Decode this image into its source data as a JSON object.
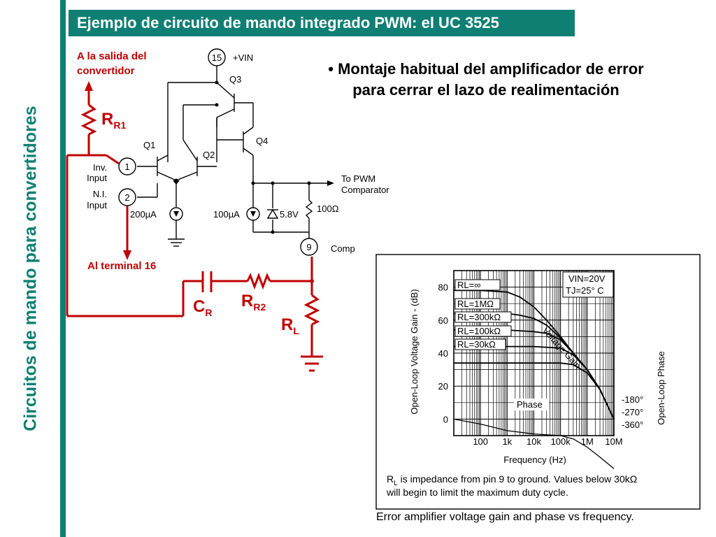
{
  "slide": {
    "title": "Ejemplo de circuito de mando integrado PWM: el UC 3525",
    "side_title": "Circuitos de mando para convertidores",
    "bullet_line1": "• Montaje habitual del amplificador de error",
    "bullet_line2": "para cerrar el lazo de realimentación",
    "colors": {
      "accent": "#0f7f73",
      "circuit_red": "#c00000"
    }
  },
  "circuit": {
    "label_output_1": "A la salida del",
    "label_output_2": "convertidor",
    "rr1_main": "R",
    "rr1_sub": "R1",
    "rr2_main": "R",
    "rr2_sub": "R2",
    "cr_main": "C",
    "cr_sub": "R",
    "rl_main": "R",
    "rl_sub": "L",
    "terminal16": "Al terminal 16",
    "pin15": "15",
    "vin": "+VIN",
    "q1": "Q1",
    "q2": "Q2",
    "q3": "Q3",
    "q4": "Q4",
    "pin1": "1",
    "pin2": "2",
    "pin9": "9",
    "inv1": "Inv.",
    "inv2": "Input",
    "ni1": "N.I.",
    "ni2": "Input",
    "i200": "200µA",
    "i100": "100µA",
    "zener": "5.8V",
    "r100": "100Ω",
    "pwm1": "To PWM",
    "pwm2": "Comparator",
    "comp": "Comp"
  },
  "chart_data": {
    "type": "line",
    "ylabel_left": "Open-Loop Voltage Gain - (dB)",
    "ylabel_right": "Open-Loop Phase",
    "xlabel": "Frequency (Hz)",
    "x_scale": "log",
    "x_ticks": [
      "100",
      "1k",
      "10k",
      "100k",
      "1M",
      "10M"
    ],
    "y_ticks": [
      "80",
      "60",
      "40",
      "20",
      "0"
    ],
    "phase_ticks": [
      "-180°",
      "-270°",
      "-360°"
    ],
    "conditions": [
      "VIN=20V",
      "TJ=25° C"
    ],
    "series_labels": [
      "RL=∞",
      "RL=1MΩ",
      "RL=300kΩ",
      "RL=100kΩ",
      "RL=30kΩ"
    ],
    "curve_labels": [
      "Voltage Gain",
      "Phase"
    ],
    "ylim": [
      -10,
      90
    ],
    "grid": true,
    "series": [
      {
        "name": "RL=∞",
        "x": [
          10,
          100,
          1000,
          3000,
          10000,
          30000,
          100000,
          300000,
          1000000,
          3000000,
          10000000
        ],
        "y": [
          78,
          78,
          77,
          74,
          68,
          60,
          50,
          40,
          30,
          18,
          0
        ]
      },
      {
        "name": "RL=1MΩ",
        "x": [
          10,
          100,
          1000,
          3000,
          10000,
          30000,
          100000,
          300000,
          1000000,
          3000000,
          10000000
        ],
        "y": [
          64,
          64,
          64,
          63,
          61,
          57,
          49,
          40,
          30,
          18,
          0
        ]
      },
      {
        "name": "RL=300kΩ",
        "x": [
          10,
          100,
          1000,
          10000,
          30000,
          100000,
          300000,
          1000000,
          3000000,
          10000000
        ],
        "y": [
          54,
          54,
          54,
          53,
          52,
          48,
          40,
          30,
          18,
          0
        ]
      },
      {
        "name": "RL=100kΩ",
        "x": [
          10,
          100,
          1000,
          10000,
          100000,
          300000,
          1000000,
          3000000,
          10000000
        ],
        "y": [
          44,
          44,
          44,
          44,
          43,
          39,
          30,
          18,
          0
        ]
      },
      {
        "name": "RL=30kΩ",
        "x": [
          10,
          100,
          1000,
          10000,
          100000,
          300000,
          1000000,
          3000000,
          10000000
        ],
        "y": [
          34,
          34,
          34,
          34,
          34,
          33,
          28,
          18,
          0
        ]
      },
      {
        "name": "Phase",
        "x": [
          10,
          100,
          1000,
          10000,
          100000,
          300000,
          1000000,
          3000000,
          10000000
        ],
        "y": [
          0,
          -3,
          -7,
          -9,
          -10,
          -12,
          -17,
          -23,
          -30
        ]
      }
    ],
    "note_r": "R",
    "note_sub": "L",
    "note_line1": " is impedance from pin 9 to ground. Values below 30kΩ",
    "note_line2": "will begin to limit the maximum duty cycle.",
    "caption": "Error amplifier voltage gain and phase vs frequency."
  }
}
